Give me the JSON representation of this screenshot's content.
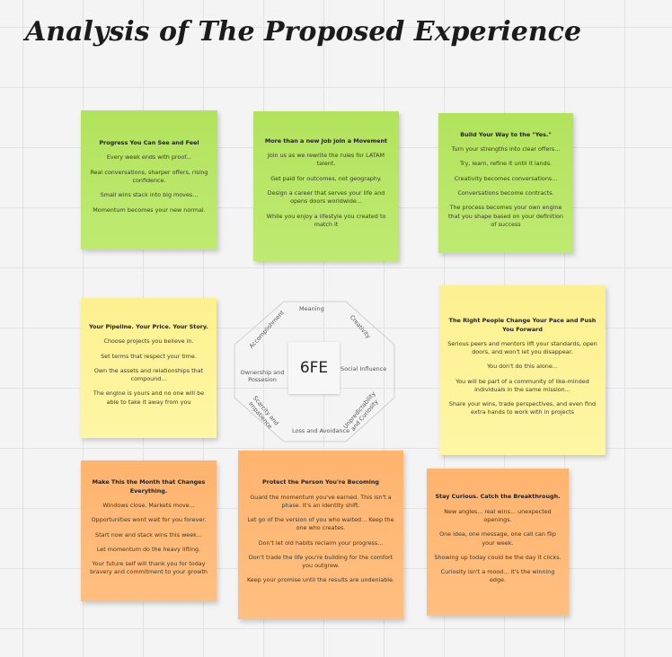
{
  "title": "Analysis of The Proposed Experience",
  "notes": [
    {
      "title": "Progress You Can See and Feel",
      "lines": [
        "Every week ends with proof...",
        "Real conversations, sharper offers, rising confidence.",
        "Small wins stack into big moves...",
        "Momentum becomes your new normal."
      ]
    },
    {
      "title": "More than a new Job join a Movement",
      "lines": [
        "Join us as we rewrite the rules for LATAM talent.",
        "Get paid for outcomes, not geography.",
        "Design a career that serves your life and opens doors worldwide...",
        "While you enjoy a lifestyle you created to match it"
      ]
    },
    {
      "title": "Build Your Way to the \"Yes.\"",
      "lines": [
        "Turn your strengths into clear offers...",
        "Try, learn, refine it until it lands.",
        "Creativity becomes conversations...",
        "Conversations become contracts.",
        "The process becomes your own engine that you shape based on your definition of success"
      ]
    },
    {
      "title": "Your Pipeline. Your Price. Your Story.",
      "lines": [
        "Choose projects you believe in.",
        "Set terms that respect your time.",
        "Own the assets and relationships that compound...",
        "The engine is yours and no one will be able to take it away from you"
      ]
    },
    {
      "title": "The Right People Change Your Pace and Push You Forward",
      "lines": [
        "Serious peers and mentors lift your standards, open doors, and won't let you disappear.",
        "You don't do this alone...",
        "You will be part of a community of like-minded individuals in the same mission...",
        "Share your wins, trade perspectives, and even find extra hands to work with in projects"
      ]
    },
    {
      "title": "Make This the Month that Changes Everything.",
      "lines": [
        "Windows close. Markets move...",
        "Opportunities wont wait for you forever.",
        "Start now and stack wins this week...",
        "Let momentum do the heavy lifting.",
        "Your future self will thank you for today bravery and commitment to your growth"
      ]
    },
    {
      "title": "Protect the Person You're Becoming",
      "lines": [
        "Guard the momentum you've earned. This isn't a phase. It's an identity shift.",
        "Let go of the version of you who waited... Keep the one who creates.",
        "Don't let old habits reclaim your progress...",
        "Don't trade the life you're building for the comfort you outgrew.",
        "Keep your promise until the results are undeniable."
      ]
    },
    {
      "title": "Stay Curious. Catch the Breakthrough.",
      "lines": [
        "New angles... real wins... unexpected openings.",
        "One idea, one message, one call can flip your week.",
        "Showing up today could be the day it clicks.",
        "Curiosity isn't a mood... it's the winning edge."
      ]
    }
  ],
  "octalysis": {
    "center": "6FE",
    "labels": {
      "meaning": "Meaning",
      "creativity": "Creativity",
      "social": "Social Influence",
      "unpredictability": "Unpredictability and Curiosity",
      "loss": "Loss and Avoidance",
      "scarcity": "Scarcity and Impatience",
      "ownership": "Ownership and Possesion",
      "accomplishment": "Accomplishment"
    }
  }
}
